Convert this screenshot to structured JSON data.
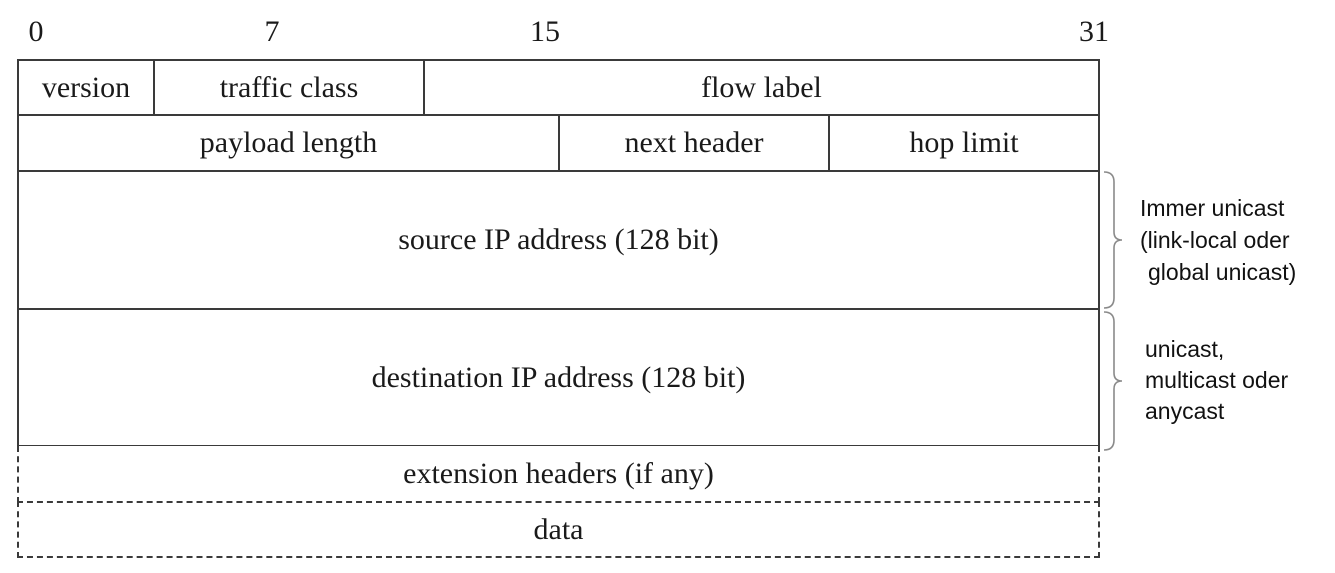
{
  "bit_positions": {
    "b0": "0",
    "b7": "7",
    "b15": "15",
    "b31": "31"
  },
  "rows": {
    "row1": {
      "version": "version",
      "traffic_class": "traffic class",
      "flow_label": "flow label"
    },
    "row2": {
      "payload_length": "payload length",
      "next_header": "next header",
      "hop_limit": "hop limit"
    },
    "source_address": "source IP address (128 bit)",
    "destination_address": "destination IP address (128 bit)",
    "extension_headers": "extension headers (if any)",
    "data": "data"
  },
  "annotations": {
    "source": [
      "Immer unicast",
      "(link-local oder",
      "global unicast)"
    ],
    "destination": [
      "unicast,",
      "multicast oder",
      "anycast"
    ]
  }
}
